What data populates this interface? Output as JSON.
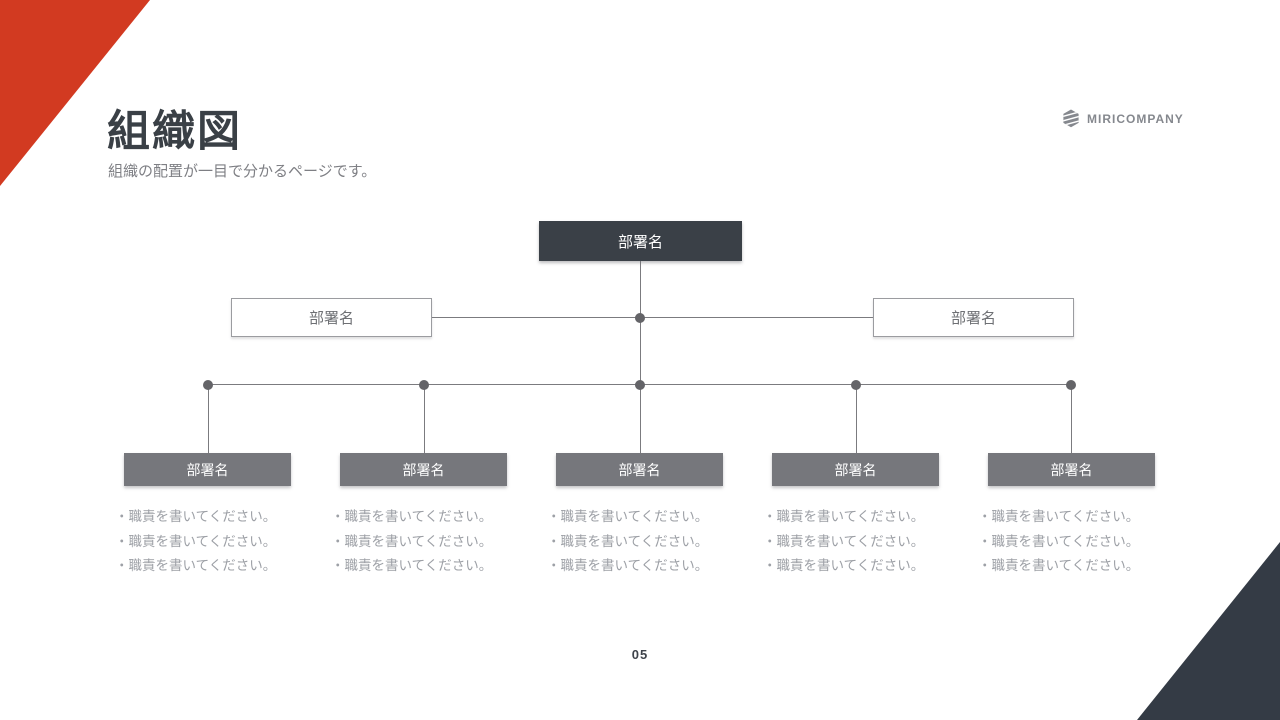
{
  "slide": {
    "title": "組織図",
    "subtitle": "組織の配置が一目で分かるページです。",
    "page_number": "05",
    "logo": {
      "company_name": "MIRICOMPANY",
      "icon": "striped-hexagon-logo-icon"
    },
    "colors": {
      "accent_red": "#d23a21",
      "dark_charcoal": "#3a4047",
      "level3_box_gray": "#76777c",
      "connector_line": "#7b7b7f",
      "junction_dot": "#646468",
      "muted_text": "#9da0a6"
    }
  },
  "org_chart": {
    "root": {
      "label": "部署名"
    },
    "level2": [
      {
        "label": "部署名"
      },
      {
        "label": "部署名"
      }
    ],
    "level3": [
      {
        "label": "部署名",
        "bullets": [
          "・職責を書いてください。",
          "・職責を書いてください。",
          "・職責を書いてください。"
        ]
      },
      {
        "label": "部署名",
        "bullets": [
          "・職責を書いてください。",
          "・職責を書いてください。",
          "・職責を書いてください。"
        ]
      },
      {
        "label": "部署名",
        "bullets": [
          "・職責を書いてください。",
          "・職責を書いてください。",
          "・職責を書いてください。"
        ]
      },
      {
        "label": "部署名",
        "bullets": [
          "・職責を書いてください。",
          "・職責を書いてください。",
          "・職責を書いてください。"
        ]
      },
      {
        "label": "部署名",
        "bullets": [
          "・職責を書いてください。",
          "・職責を書いてください。",
          "・職責を書いてください。"
        ]
      }
    ]
  }
}
